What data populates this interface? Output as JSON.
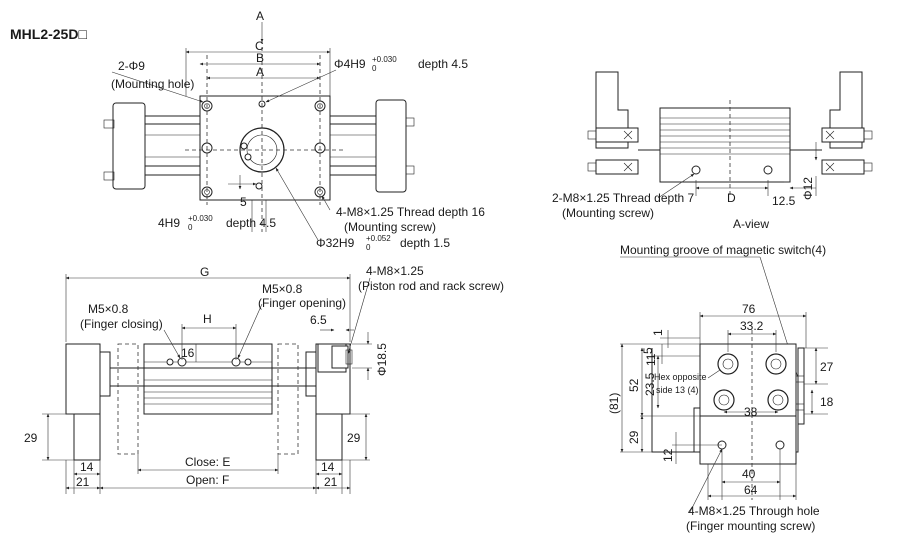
{
  "title": "MHL2-25D□",
  "top_view": {
    "label_a_top": "A",
    "label_c": "C",
    "label_b": "B",
    "label_a": "A",
    "mount_hole_main": "2-Φ9",
    "mount_hole_sub": "(Mounting hole)",
    "pin_hole_main": "Φ4H9",
    "pin_hole_tol_upper": "+0.030",
    "pin_hole_tol_lower": "0",
    "pin_hole_depth": "depth 4.5",
    "bottom_pin_main": "4H9",
    "bottom_pin_tol_upper": "+0.030",
    "bottom_pin_tol_lower": "0",
    "bottom_pin_depth": "depth 4.5",
    "dim_5": "5",
    "thread_main": "4-M8×1.25 Thread depth 16",
    "thread_sub": "(Mounting screw)",
    "bore_main": "Φ32H9",
    "bore_tol_upper": "+0.052",
    "bore_tol_lower": "0",
    "bore_depth": "depth 1.5"
  },
  "front_view": {
    "label_g": "G",
    "piston_main": "4-M8×1.25",
    "piston_sub": "(Piston rod and rack screw)",
    "port_open_main": "M5×0.8",
    "port_open_sub": "(Finger opening)",
    "port_close_main": "M5×0.8",
    "port_close_sub": "(Finger closing)",
    "label_h": "H",
    "dim_16": "16",
    "dim_6_5": "6.5",
    "dim_phi18_5": "Φ18.5",
    "dim_29_left": "29",
    "dim_29_right": "29",
    "dim_14_left": "14",
    "dim_14_right": "14",
    "dim_21_left": "21",
    "dim_21_right": "21",
    "close_label": "Close: E",
    "open_label": "Open: F"
  },
  "a_view": {
    "thread_main": "2-M8×1.25 Thread depth 7",
    "thread_sub": "(Mounting screw)",
    "label_d": "D",
    "dim_12_5": "12.5",
    "dim_phi12": "Φ12",
    "view_title": "A-view"
  },
  "side_view": {
    "groove_label": "Mounting groove of magnetic switch(4)",
    "dim_76": "76",
    "dim_33_2": "33.2",
    "dim_1": "1",
    "dim_5": "5",
    "dim_11": "11",
    "dim_23_5": "23.5",
    "dim_52": "52",
    "dim_81": "(81)",
    "dim_29": "29",
    "dim_12": "12",
    "dim_27": "27",
    "dim_18": "18",
    "dim_38": "38",
    "dim_40": "40",
    "dim_64": "64",
    "hex_line1": "Hex opposite",
    "hex_line2": "side 13 (4)",
    "finger_main": "4-M8×1.25 Through hole",
    "finger_sub": "(Finger mounting screw)"
  }
}
